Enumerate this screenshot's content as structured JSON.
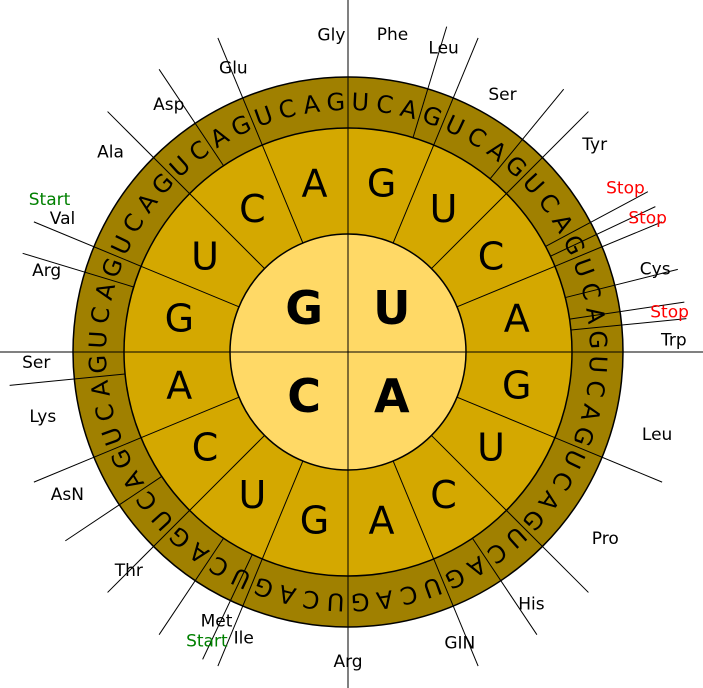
{
  "inner_ring": [
    "G",
    "U",
    "A",
    "C"
  ],
  "middle_ring": [
    "G",
    "U",
    "C",
    "A",
    "G",
    "U",
    "C",
    "A",
    "G",
    "U",
    "C",
    "A",
    "G",
    "U",
    "C",
    "A"
  ],
  "outer_ring": [
    "U",
    "C",
    "A",
    "G",
    "U",
    "C",
    "A",
    "G",
    "U",
    "C",
    "A",
    "G",
    "U",
    "C",
    "A",
    "G",
    "U",
    "C",
    "A",
    "G",
    "U",
    "C",
    "A",
    "G",
    "U",
    "C",
    "A",
    "G",
    "U",
    "C",
    "A",
    "G",
    "U",
    "C",
    "A",
    "G",
    "U",
    "C",
    "A",
    "G",
    "U",
    "C",
    "A",
    "G",
    "U",
    "C",
    "A",
    "G",
    "U",
    "C",
    "A",
    "G",
    "U",
    "C",
    "A",
    "G",
    "U",
    "C",
    "A",
    "G",
    "U",
    "C",
    "A",
    "G"
  ],
  "colors": {
    "inner": "#ffd966",
    "middle": "#d4a800",
    "outer": "#a08000",
    "stroke": "#000000",
    "start": "#008000",
    "stop": "#ff0000"
  },
  "labels": [
    {
      "text": "Phe",
      "type": "aa"
    },
    {
      "text": "Leu",
      "type": "aa"
    },
    {
      "text": "Ser",
      "type": "aa"
    },
    {
      "text": "Tyr",
      "type": "aa"
    },
    {
      "text": "Stop",
      "type": "stop"
    },
    {
      "text": "Stop",
      "type": "stop"
    },
    {
      "text": "Cys",
      "type": "aa"
    },
    {
      "text": "Stop",
      "type": "stop"
    },
    {
      "text": "Trp",
      "type": "aa"
    },
    {
      "text": "Leu",
      "type": "aa"
    },
    {
      "text": "Pro",
      "type": "aa"
    },
    {
      "text": "His",
      "type": "aa"
    },
    {
      "text": "GIN",
      "type": "aa"
    },
    {
      "text": "Arg",
      "type": "aa"
    },
    {
      "text": "Ile",
      "type": "aa"
    },
    {
      "text": "Met",
      "type": "aa"
    },
    {
      "text": "Start",
      "type": "start"
    },
    {
      "text": "Thr",
      "type": "aa"
    },
    {
      "text": "AsN",
      "type": "aa"
    },
    {
      "text": "Lys",
      "type": "aa"
    },
    {
      "text": "Ser",
      "type": "aa"
    },
    {
      "text": "Arg",
      "type": "aa"
    },
    {
      "text": "Val",
      "type": "aa"
    },
    {
      "text": "Start",
      "type": "start"
    },
    {
      "text": "Ala",
      "type": "aa"
    },
    {
      "text": "Asp",
      "type": "aa"
    },
    {
      "text": "Glu",
      "type": "aa"
    },
    {
      "text": "Gly",
      "type": "aa"
    }
  ]
}
